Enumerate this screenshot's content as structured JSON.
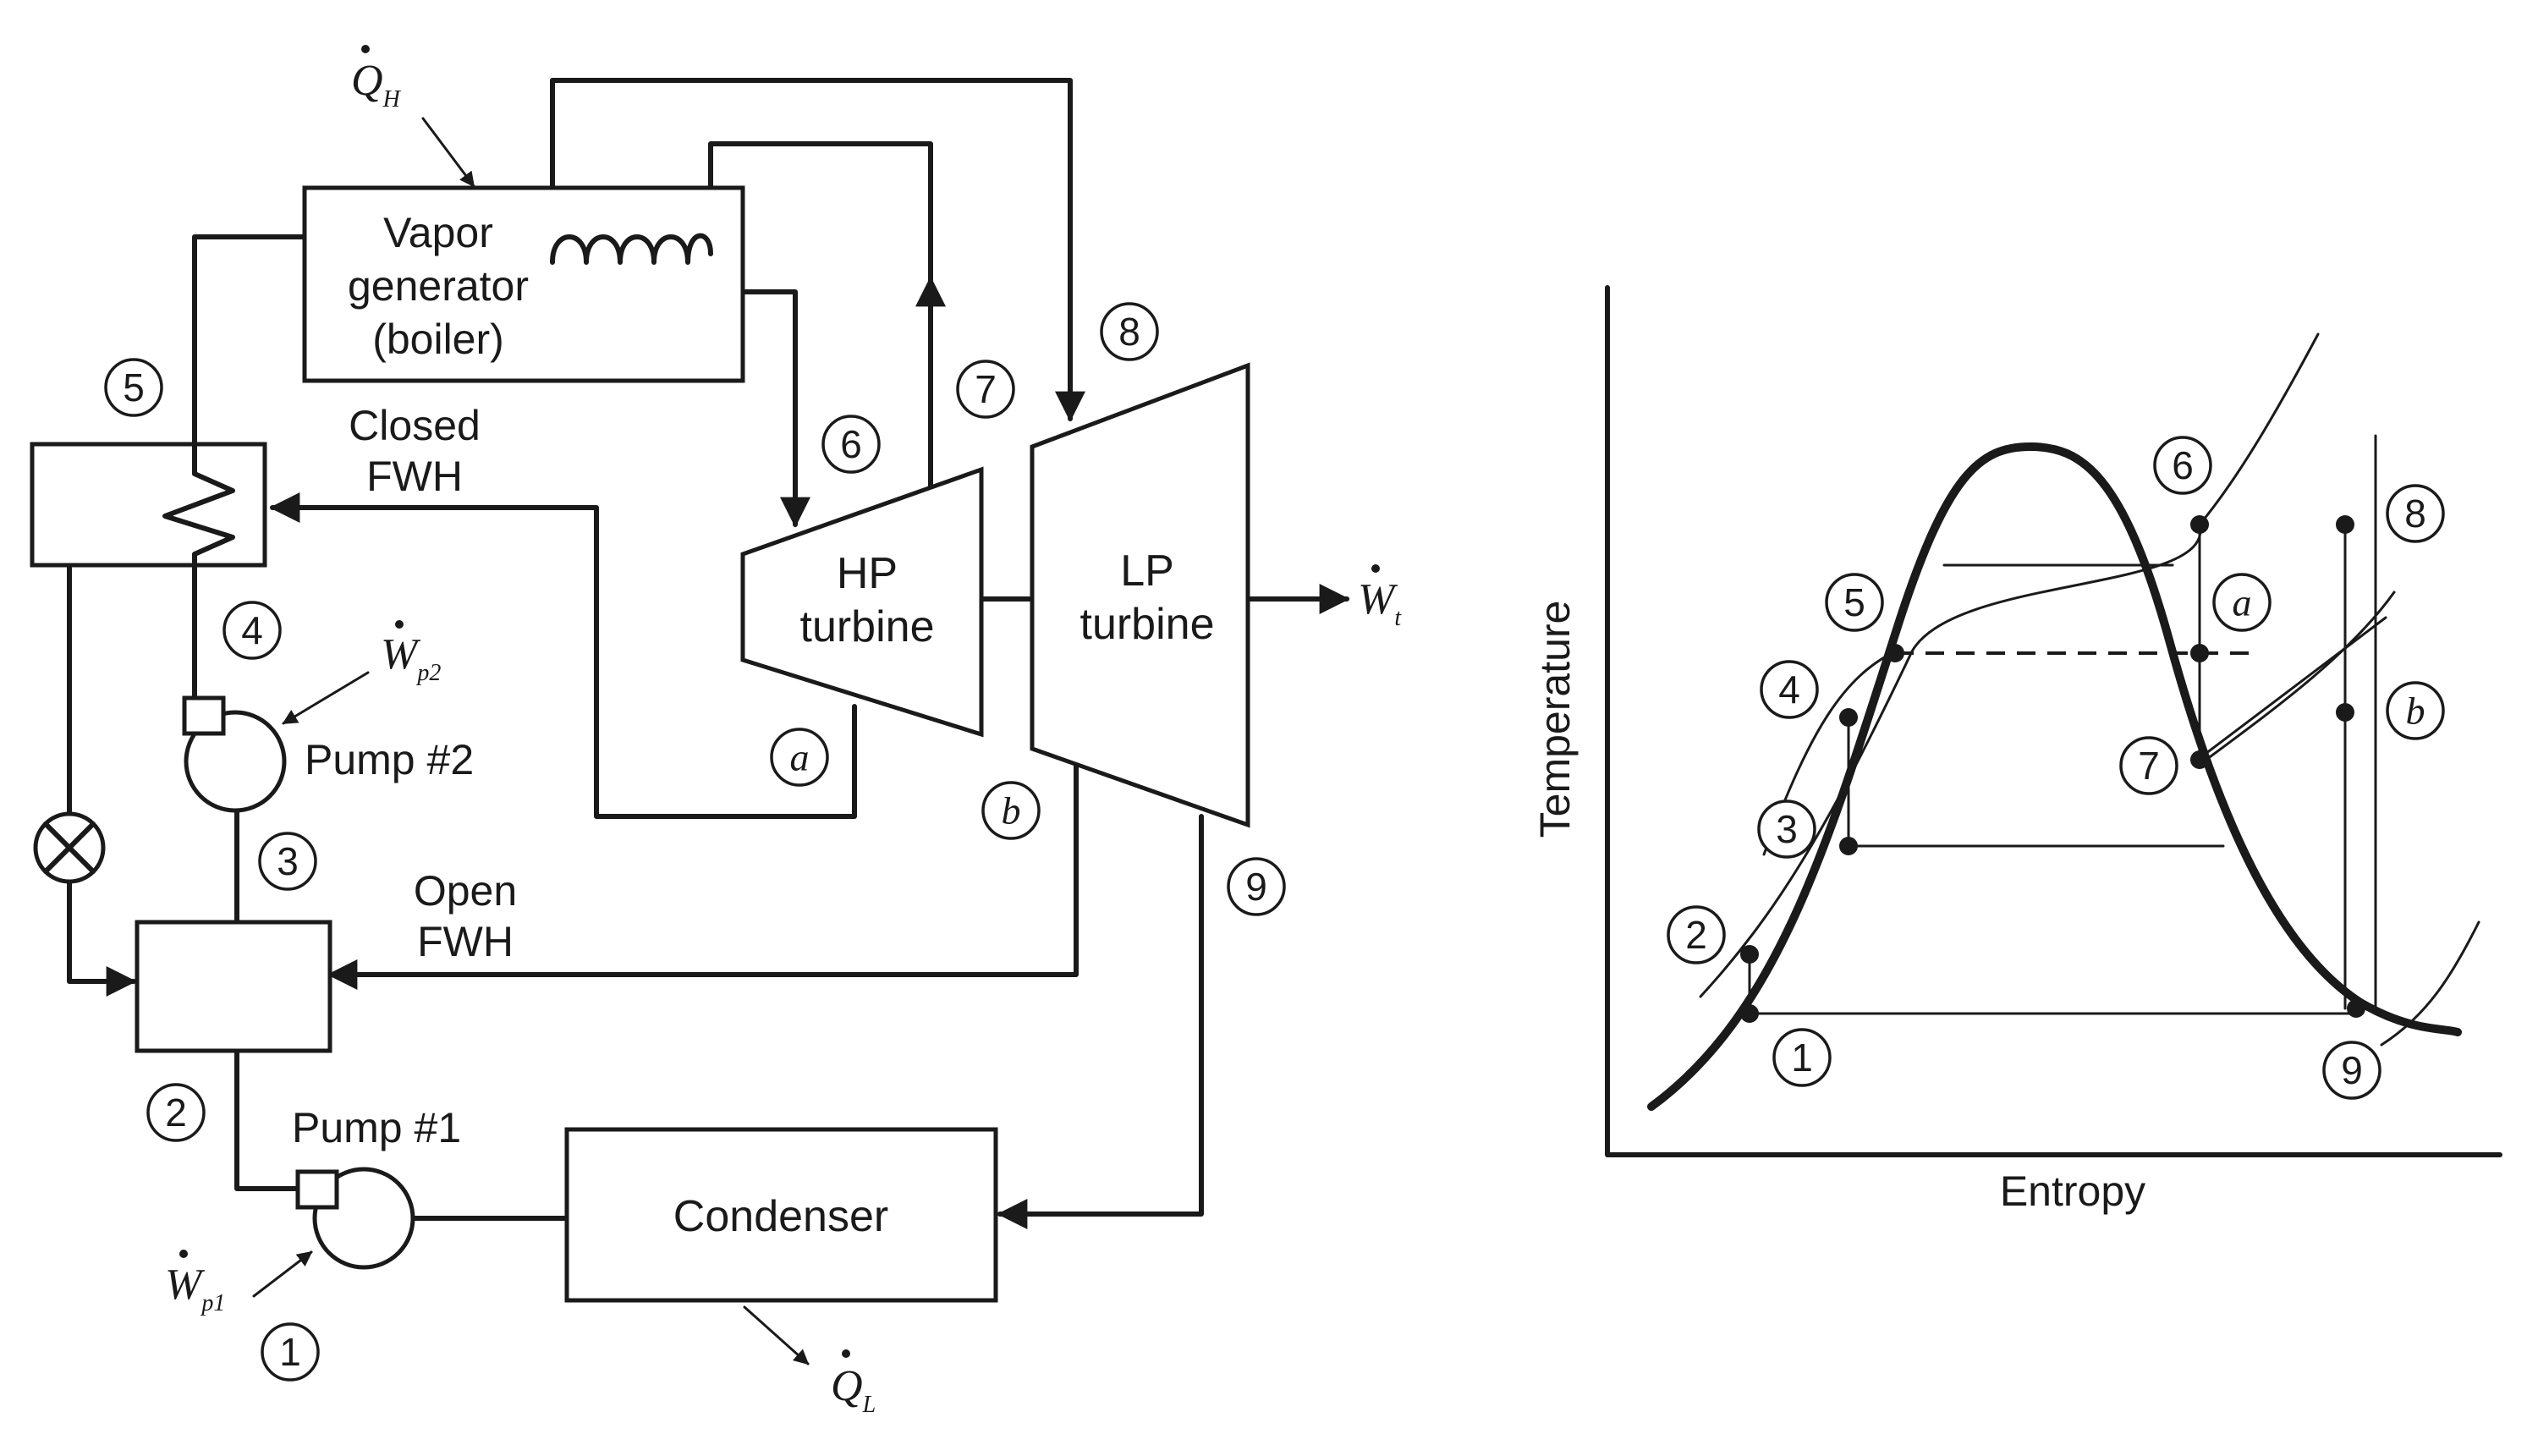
{
  "components": {
    "boiler": [
      "Vapor",
      "generator",
      "(boiler)"
    ],
    "hp_turbine": [
      "HP",
      "turbine"
    ],
    "lp_turbine": [
      "LP",
      "turbine"
    ],
    "condenser": "Condenser",
    "closed_fwh": [
      "Closed",
      "FWH"
    ],
    "open_fwh": [
      "Open",
      "FWH"
    ],
    "pump1": "Pump #1",
    "pump2": "Pump #2"
  },
  "energy_flows": {
    "q_h": {
      "base": "Q",
      "sub": "H"
    },
    "q_l": {
      "base": "Q",
      "sub": "L"
    },
    "w_t": {
      "base": "W",
      "sub": "t"
    },
    "w_p1": {
      "base": "W",
      "sub": "p1"
    },
    "w_p2": {
      "base": "W",
      "sub": "p2"
    }
  },
  "states": [
    "1",
    "2",
    "3",
    "4",
    "5",
    "6",
    "7",
    "8",
    "9",
    "a",
    "b"
  ],
  "ts_diagram": {
    "xlabel": "Entropy",
    "ylabel": "Temperature",
    "points": [
      "1",
      "2",
      "3",
      "4",
      "5",
      "6",
      "7",
      "8",
      "9",
      "a",
      "b"
    ]
  }
}
